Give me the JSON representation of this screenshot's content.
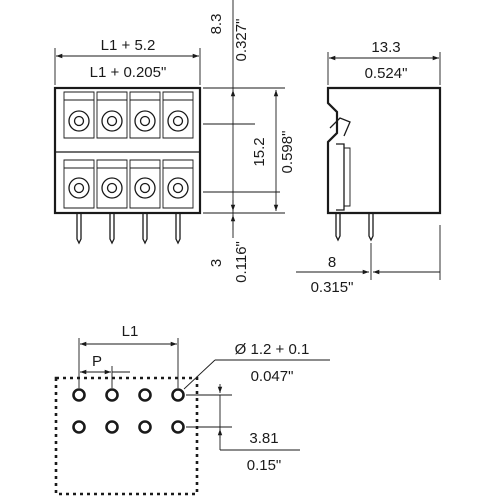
{
  "front_view": {
    "top_width_mm": "L1 + 5.2",
    "top_width_in": "L1 + 0.205\"",
    "top_offset_mm": "8.3",
    "top_offset_in": "0.327\"",
    "row_pitch_mm": "15.2",
    "row_pitch_in": "0.598\"",
    "pin_length_mm": "3",
    "pin_length_in": "0.116\""
  },
  "side_view": {
    "depth_mm": "13.3",
    "depth_in": "0.524\"",
    "pin_offset_mm": "8",
    "pin_offset_in": "0.315\""
  },
  "footprint": {
    "length_label": "L1",
    "pitch_label": "P",
    "hole_diameter_mm": "Ø 1.2 + 0.1",
    "hole_diameter_in": "0.047\"",
    "row_spacing_mm": "3.81",
    "row_spacing_in": "0.15\""
  }
}
